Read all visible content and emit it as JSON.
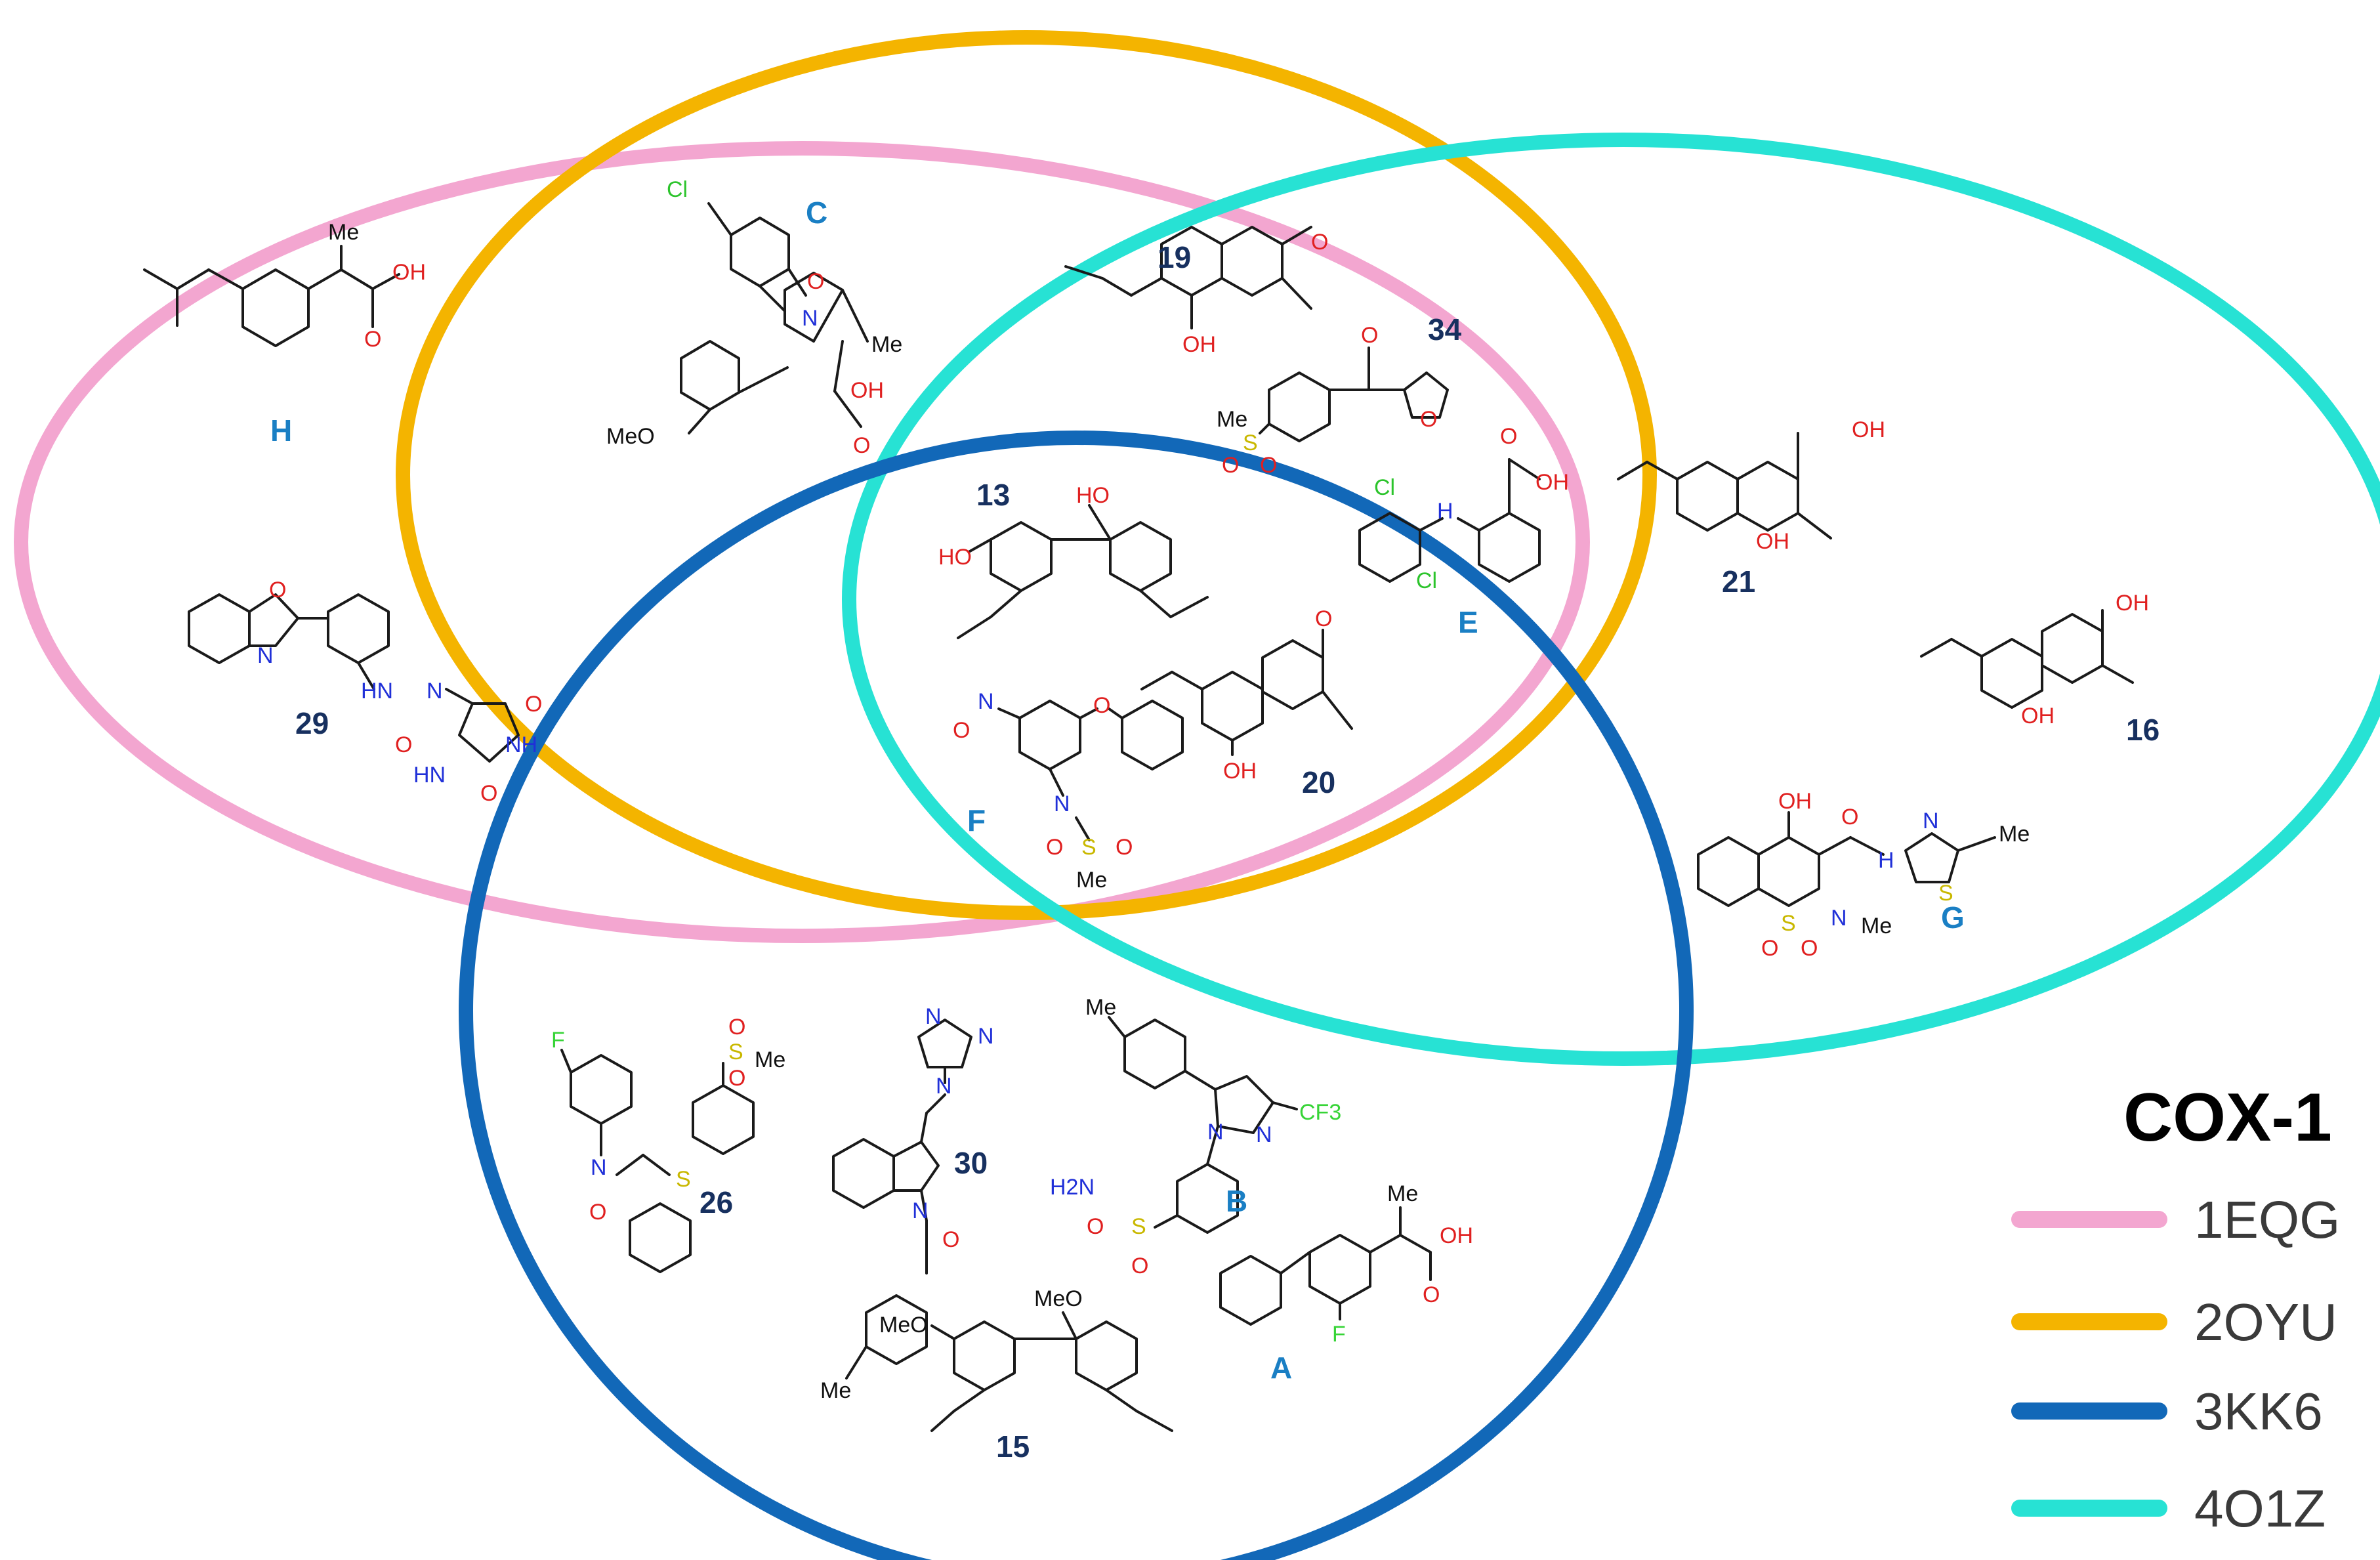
{
  "sets": [
    {
      "id": "1EQG",
      "color": "#f3a6d0"
    },
    {
      "id": "2OYU",
      "color": "#f4b400"
    },
    {
      "id": "3KK6",
      "color": "#1268b8"
    },
    {
      "id": "4O1Z",
      "color": "#27e2d4"
    }
  ],
  "legend": {
    "title": "COX-1",
    "items": [
      {
        "label": "1EQG",
        "color": "#f3a6d0"
      },
      {
        "label": "2OYU",
        "color": "#f4b400"
      },
      {
        "label": "3KK6",
        "color": "#1268b8"
      },
      {
        "label": "4O1Z",
        "color": "#27e2d4"
      }
    ]
  },
  "compounds": {
    "H": "H",
    "C": "C",
    "c19": "19",
    "c34": "34",
    "c13": "13",
    "E": "E",
    "c21": "21",
    "c29": "29",
    "F": "F",
    "c20": "20",
    "c16": "16",
    "G": "G",
    "c26": "26",
    "c30": "30",
    "B": "B",
    "A": "A",
    "c15": "15"
  },
  "atoms": {
    "Me": "Me",
    "OH": "OH",
    "O": "O",
    "Cl": "Cl",
    "N": "N",
    "MeO": "MeO",
    "HO": "HO",
    "S": "S",
    "H": "H",
    "F": "F",
    "CF3": "CF3",
    "H2N": "H2N",
    "HN": "HN",
    "NH": "NH",
    "NO2": "+",
    "Ominus": "O"
  }
}
